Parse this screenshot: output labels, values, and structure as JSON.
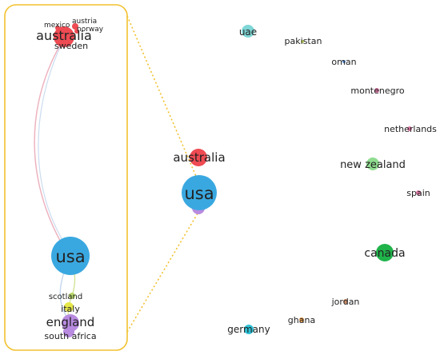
{
  "colors": {
    "usa": "#3aa8e0",
    "australia": "#ef4b53",
    "england": "#b88be0",
    "italy": "#e6e84a",
    "scotland": "#b9d96a",
    "uae": "#7fd6d6",
    "new_zealand": "#8fdc8f",
    "canada": "#1fb34a",
    "germany": "#2ec1d6",
    "ghana": "#e89a48",
    "jordan": "#c98c6a",
    "small_pink": "#e27aa8",
    "pakistan": "#c8d86a",
    "oman": "#5a8fd0",
    "highlight_box": "#f2c12e"
  },
  "inset": {
    "labels": {
      "mexico": "mexico",
      "austria": "austria",
      "norway": "norway",
      "australia": "australia",
      "sweden": "sweden",
      "usa": "usa",
      "scotland": "scotland",
      "italy": "italy",
      "england": "england",
      "south_africa": "south africa"
    }
  },
  "network": {
    "labels": {
      "uae": "uae",
      "pakistan": "pakistan",
      "oman": "oman",
      "montenegro": "montenegro",
      "netherlands": "netherlands",
      "new_zealand": "new zealand",
      "spain": "spain",
      "australia": "australia",
      "usa": "usa",
      "canada": "canada",
      "jordan": "jordan",
      "ghana": "ghana",
      "germany": "germany"
    }
  }
}
